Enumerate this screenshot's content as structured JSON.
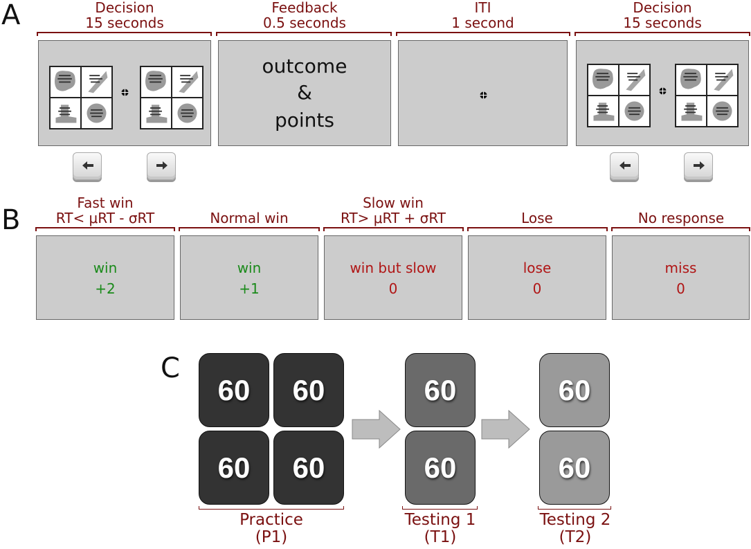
{
  "panel_a": {
    "letter": "A",
    "phases": [
      {
        "line1": "Decision",
        "line2": "15 seconds"
      },
      {
        "line1": "Feedback",
        "line2": "0.5 seconds"
      },
      {
        "line1": "ITI",
        "line2": "1 second"
      },
      {
        "line1": "Decision",
        "line2": "15 seconds"
      }
    ],
    "feedback_text": [
      "outcome",
      "&",
      "points"
    ],
    "icons": [
      "fixation-cross-icon",
      "left-arrow-key-icon",
      "right-arrow-key-icon"
    ]
  },
  "panel_b": {
    "letter": "B",
    "outcomes": [
      {
        "line1": "Fast win",
        "line2": "RT< μRT - σRT",
        "label": "win",
        "points": "+2",
        "color": "#1a8a1a"
      },
      {
        "line1": "",
        "line2": "Normal win",
        "label": "win",
        "points": "+1",
        "color": "#1a8a1a"
      },
      {
        "line1": "Slow win",
        "line2": "RT> μRT + σRT",
        "label": "win but slow",
        "points": "0",
        "color": "#b01515"
      },
      {
        "line1": "",
        "line2": "Lose",
        "label": "lose",
        "points": "0",
        "color": "#b01515"
      },
      {
        "line1": "",
        "line2": "No response",
        "label": "miss",
        "points": "0",
        "color": "#b01515"
      }
    ]
  },
  "panel_c": {
    "letter": "C",
    "block_value": "60",
    "stages": [
      {
        "line1": "Practice",
        "line2": "(P1)",
        "color": "#333333"
      },
      {
        "line1": "Testing 1",
        "line2": "(T1)",
        "color": "#6a6a6a"
      },
      {
        "line1": "Testing 2",
        "line2": "(T2)",
        "color": "#9a9a9a"
      }
    ]
  },
  "colors": {
    "label": "#7a1010",
    "screen": "#cccccc",
    "win": "#1a8a1a",
    "lose": "#b01515",
    "arrow": "#bdbdbd"
  }
}
